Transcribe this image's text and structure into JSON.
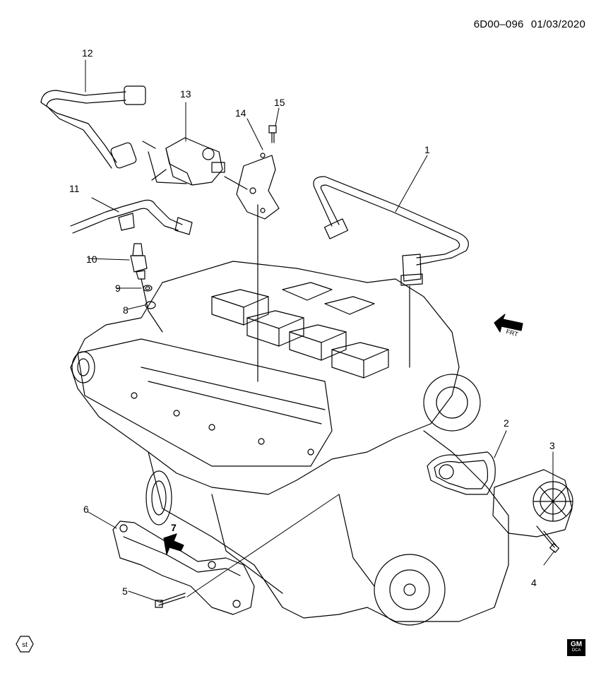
{
  "header": {
    "code": "6D00–096",
    "date": "01/03/2020"
  },
  "callouts": [
    "1",
    "2",
    "3",
    "4",
    "5",
    "6",
    "7",
    "8",
    "9",
    "10",
    "11",
    "12",
    "13",
    "14",
    "15"
  ],
  "front_marker": "FRT",
  "badges": {
    "st": "st",
    "gm": "GM",
    "gm_sub": "DCA"
  }
}
